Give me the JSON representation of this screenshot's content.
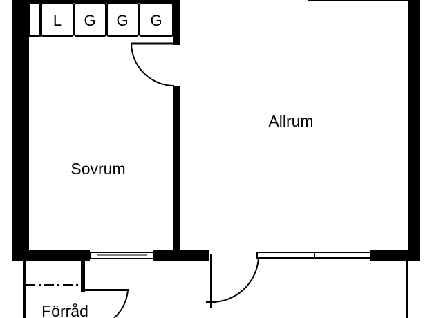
{
  "plan": {
    "wardrobe_labels": [
      "L",
      "G",
      "G",
      "G"
    ],
    "rooms": {
      "living": "Allrum",
      "bedroom": "Sovrum",
      "storage": "Förråd"
    }
  },
  "colors": {
    "ink": "#000000",
    "paper": "#ffffff"
  }
}
